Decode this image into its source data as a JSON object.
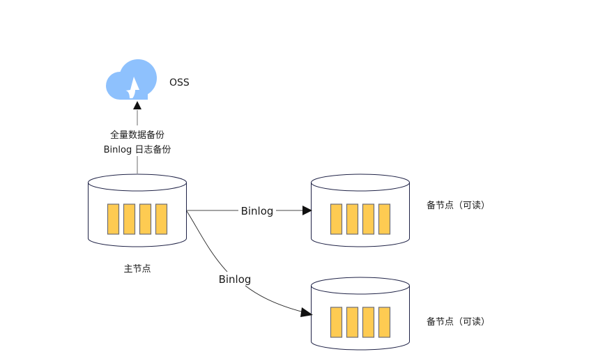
{
  "colors": {
    "cloud": "#8ec1fd",
    "disk_fill": "#fecb52",
    "disk_stroke": "#6d6d75",
    "cylinder_stroke": "#1f2246",
    "edge": "#6e6e6e",
    "arrow": "#111111",
    "text": "#1a1a1a"
  },
  "oss": {
    "icon": "cloud-upload-icon",
    "label": "OSS"
  },
  "backup_edge": {
    "line1": "全量数据备份",
    "line2": "Binlog 日志备份"
  },
  "nodes": {
    "primary": {
      "label": "主节点",
      "disks": 4
    },
    "replica1": {
      "label": "备节点（可读）",
      "disks": 4
    },
    "replica2": {
      "label": "备节点（可读）",
      "disks": 4
    }
  },
  "edges": {
    "to_replica1": {
      "label": "Binlog"
    },
    "to_replica2": {
      "label": "Binlog"
    }
  }
}
